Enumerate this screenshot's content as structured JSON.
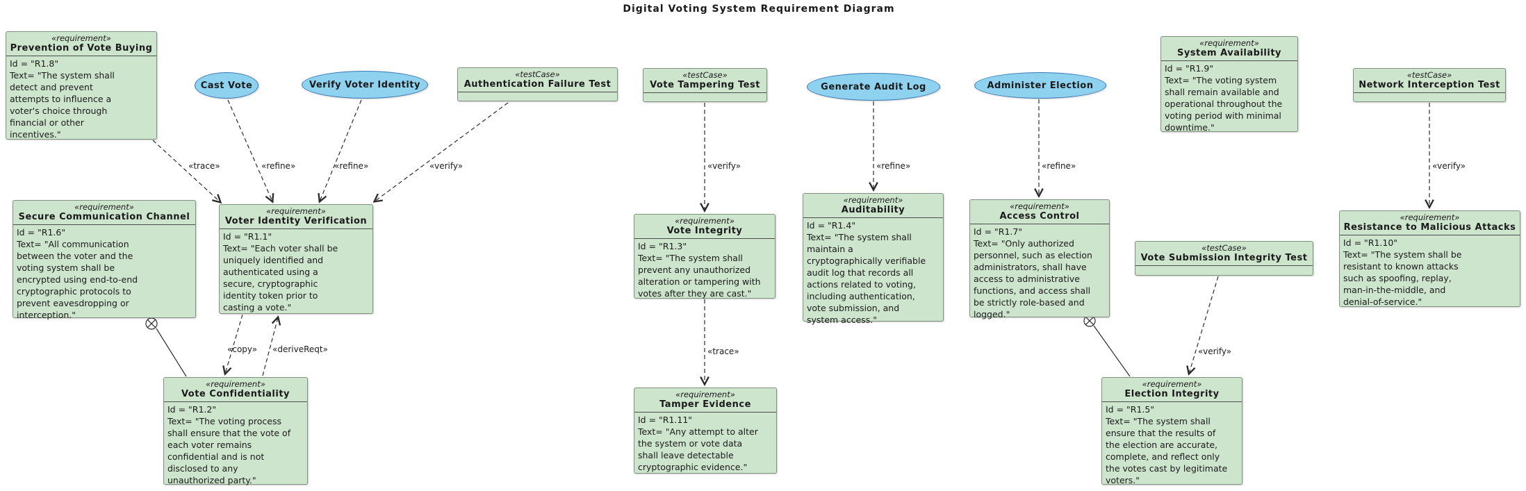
{
  "title": "Digital Voting System Requirement Diagram",
  "requirements": {
    "prevention": {
      "stereotype": "«requirement»",
      "name": "Prevention of Vote Buying",
      "body": "Id = \"R1.8\"\nText= \"The system shall\ndetect and prevent\nattempts to influence a\nvoter's choice through\nfinancial or other\nincentives.\""
    },
    "secure_comm": {
      "stereotype": "«requirement»",
      "name": "Secure Communication Channel",
      "body": "Id = \"R1.6\"\nText= \"All communication\nbetween the voter and the\nvoting system shall be\nencrypted using end-to-end\ncryptographic protocols to\nprevent eavesdropping or\ninterception.\""
    },
    "viv": {
      "stereotype": "«requirement»",
      "name": "Voter Identity Verification",
      "body": "Id = \"R1.1\"\nText= \"Each voter shall be\nuniquely identified and\nauthenticated using a\nsecure, cryptographic\nidentity token prior to\ncasting a vote.\""
    },
    "vote_conf": {
      "stereotype": "«requirement»",
      "name": "Vote Confidentiality",
      "body": "Id = \"R1.2\"\nText= \"The voting process\nshall ensure that the vote of\neach voter remains\nconfidential and is not\ndisclosed to any\nunauthorized party.\""
    },
    "vote_integrity": {
      "stereotype": "«requirement»",
      "name": "Vote Integrity",
      "body": "Id = \"R1.3\"\nText= \"The system shall\nprevent any unauthorized\nalteration or tampering with\nvotes after they are cast.\""
    },
    "tamper_evidence": {
      "stereotype": "«requirement»",
      "name": "Tamper Evidence",
      "body": "Id = \"R1.11\"\nText= \"Any attempt to alter\nthe system or vote data\nshall leave detectable\ncryptographic evidence.\""
    },
    "auditability": {
      "stereotype": "«requirement»",
      "name": "Auditability",
      "body": "Id = \"R1.4\"\nText= \"The system shall\nmaintain a\ncryptographically verifiable\naudit log that records all\nactions related to voting,\nincluding authentication,\nvote submission, and\nsystem access.\""
    },
    "access_control": {
      "stereotype": "«requirement»",
      "name": "Access Control",
      "body": "Id = \"R1.7\"\nText= \"Only authorized\npersonnel, such as election\nadministrators, shall have\naccess to administrative\nfunctions, and access shall\nbe strictly role-based and\nlogged.\""
    },
    "system_availability": {
      "stereotype": "«requirement»",
      "name": "System Availability",
      "body": "Id = \"R1.9\"\nText= \"The voting system\nshall remain available and\noperational throughout the\nvoting period with minimal\ndowntime.\""
    },
    "election_integrity": {
      "stereotype": "«requirement»",
      "name": "Election Integrity",
      "body": "Id = \"R1.5\"\nText= \"The system shall\nensure that the results of\nthe election are accurate,\ncomplete, and reflect only\nthe votes cast by legitimate\nvoters.\""
    },
    "resistance": {
      "stereotype": "«requirement»",
      "name": "Resistance to Malicious Attacks",
      "body": "Id = \"R1.10\"\nText= \"The system shall be\nresistant to known attacks\nsuch as spoofing, replay,\nman-in-the-middle, and\ndenial-of-service.\""
    }
  },
  "testcases": {
    "auth_failure": {
      "stereotype": "«testCase»",
      "name": "Authentication Failure Test"
    },
    "vote_tampering": {
      "stereotype": "«testCase»",
      "name": "Vote Tampering Test"
    },
    "vote_submission": {
      "stereotype": "«testCase»",
      "name": "Vote Submission Integrity Test"
    },
    "network_interception": {
      "stereotype": "«testCase»",
      "name": "Network Interception Test"
    }
  },
  "usecases": {
    "cast_vote": {
      "name": "Cast Vote"
    },
    "verify_voter_identity": {
      "name": "Verify Voter Identity"
    },
    "generate_audit_log": {
      "name": "Generate Audit Log"
    },
    "administer_election": {
      "name": "Administer Election"
    }
  },
  "edges": {
    "trace_prevention_viv": "«trace»",
    "refine_cast_vote_viv": "«refine»",
    "refine_verify_identity_viv": "«refine»",
    "verify_auth_failure_viv": "«verify»",
    "verify_tampering_integrity": "«verify»",
    "refine_audit_log_auditability": "«refine»",
    "refine_administer_access": "«refine»",
    "verify_network_resistance": "«verify»",
    "copy_viv_confidentiality": "«copy»",
    "derive_confidentiality_viv": "«deriveReqt»",
    "trace_integrity_tamper": "«trace»",
    "verify_submission_election": "«verify»"
  },
  "colors": {
    "node_fill": "#cde4cd",
    "node_border": "#7f907f",
    "usecase_fill": "#8ed2f0",
    "usecase_border": "#3878b4",
    "edge": "#2a2a2a"
  }
}
